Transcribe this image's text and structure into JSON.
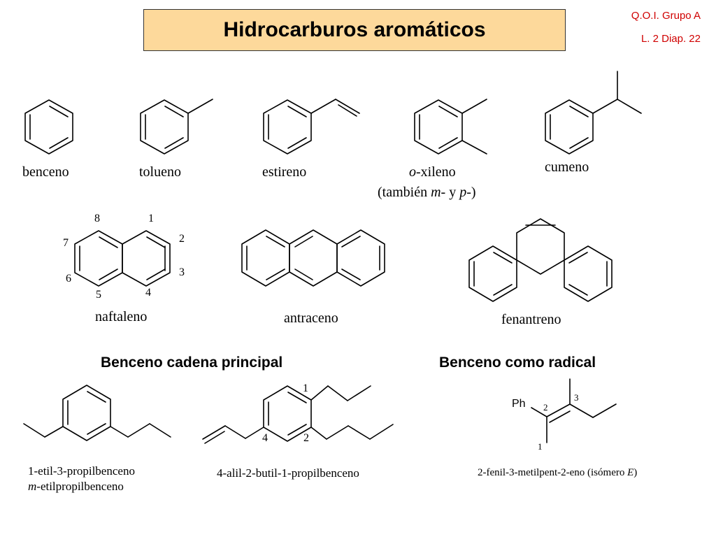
{
  "header": {
    "title": "Hidrocarburos aromáticos",
    "course": "Q.O.I. Grupo A",
    "slide": "L. 2  Diap. 22"
  },
  "compounds": {
    "benceno": "benceno",
    "tolueno": "tolueno",
    "estireno": "estireno",
    "oxileno_o": "o",
    "oxileno_rest": "-xileno",
    "oxileno_line2_a": "(también ",
    "oxileno_line2_m": "m",
    "oxileno_line2_b": "- y ",
    "oxileno_line2_p": "p",
    "oxileno_line2_c": "-)",
    "cumeno": "cumeno",
    "naftaleno": "naftaleno",
    "antraceno": "antraceno",
    "fenantreno": "fenantreno"
  },
  "naphthalene_numbers": [
    "1",
    "2",
    "3",
    "4",
    "5",
    "6",
    "7",
    "8"
  ],
  "sections": {
    "main_chain": "Benceno cadena principal",
    "radical": "Benceno como radical"
  },
  "examples": {
    "ex1_line1": "1-etil-3-propilbenceno",
    "ex1_line2_m": "m",
    "ex1_line2_rest": "-etilpropilbenceno",
    "ex2": "4-alil-2-butil-1-propilbenceno",
    "ex2_n1": "1",
    "ex2_n2": "2",
    "ex2_n4": "4",
    "ex3_main": "2-fenil-3-metilpent-2-eno (isómero ",
    "ex3_e": "E",
    "ex3_close": ")",
    "ex3_ph": "Ph",
    "ex3_n1": "1",
    "ex3_n2": "2",
    "ex3_n3": "3"
  }
}
